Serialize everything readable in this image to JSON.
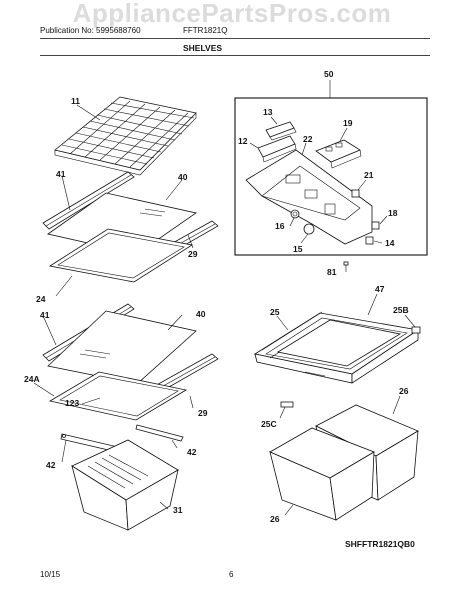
{
  "watermark": "AppliancePartsPros.com",
  "header": {
    "publication": "Publication No: 5995688760",
    "model": "FFTR1821Q",
    "section": "SHELVES"
  },
  "callouts": {
    "c11": "11",
    "c41a": "41",
    "c40a": "40",
    "c29a": "29",
    "c24": "24",
    "c41b": "41",
    "c40b": "40",
    "c24a": "24A",
    "c123": "123",
    "c29b": "29",
    "c42a": "42",
    "c42b": "42",
    "c31": "31",
    "c50": "50",
    "c13": "13",
    "c12": "12",
    "c22": "22",
    "c19": "19",
    "c21": "21",
    "c18": "18",
    "c16": "16",
    "c15": "15",
    "c14": "14",
    "c81": "81",
    "c47": "47",
    "c25": "25",
    "c25b": "25B",
    "c26a": "26",
    "c25c": "25C",
    "c26b": "26"
  },
  "diagram_ref": "SHFFTR1821QB0",
  "footer": {
    "date": "10/15",
    "page": "6"
  }
}
